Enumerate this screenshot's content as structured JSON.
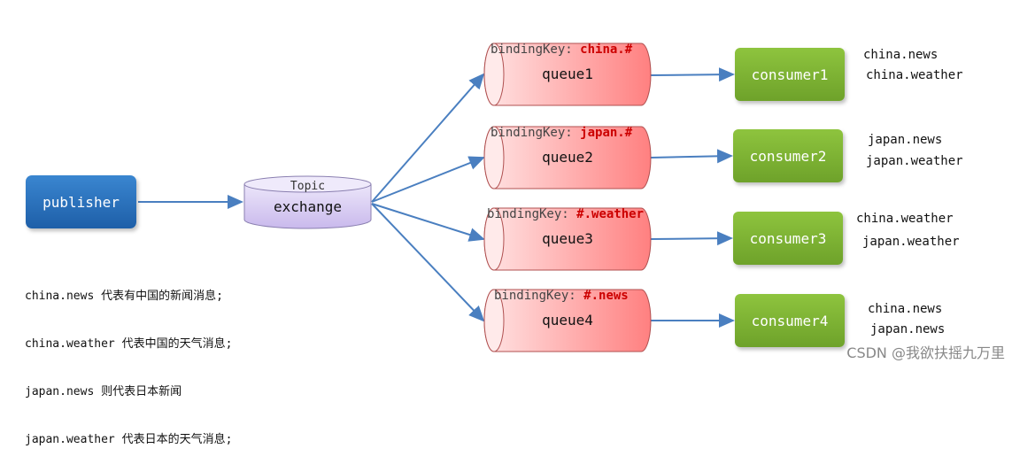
{
  "publisher": {
    "label": "publisher"
  },
  "exchange": {
    "type_label": "Topic",
    "label": "exchange"
  },
  "queues": [
    {
      "binding_prefix": "bindingKey: ",
      "binding_value": "china.#",
      "name": "queue1"
    },
    {
      "binding_prefix": "bindingKey: ",
      "binding_value": "japan.#",
      "name": "queue2"
    },
    {
      "binding_prefix": "bindingKey: ",
      "binding_value": "#.weather",
      "name": "queue3"
    },
    {
      "binding_prefix": "bindingKey: ",
      "binding_value": "#.news",
      "name": "queue4"
    }
  ],
  "consumers": [
    {
      "label": "consumer1",
      "keys": [
        "china.news",
        "china.weather"
      ]
    },
    {
      "label": "consumer2",
      "keys": [
        "japan.news",
        "japan.weather"
      ]
    },
    {
      "label": "consumer3",
      "keys": [
        "china.weather",
        "japan.weather"
      ]
    },
    {
      "label": "consumer4",
      "keys": [
        "china.news",
        "japan.news"
      ]
    }
  ],
  "description": [
    "china.news 代表有中国的新闻消息;",
    "china.weather 代表中国的天气消息;",
    "japan.news 则代表日本新闻",
    "japan.weather 代表日本的天气消息;"
  ],
  "watermark": "CSDN @我欲扶摇九万里",
  "colors": {
    "publisher": "#2a6fbd",
    "exchange": "#d8ccf0",
    "queue": "#ff8a8a",
    "consumer": "#7fb236",
    "arrow": "#4a7fc0",
    "binding_value": "#cc0000"
  }
}
